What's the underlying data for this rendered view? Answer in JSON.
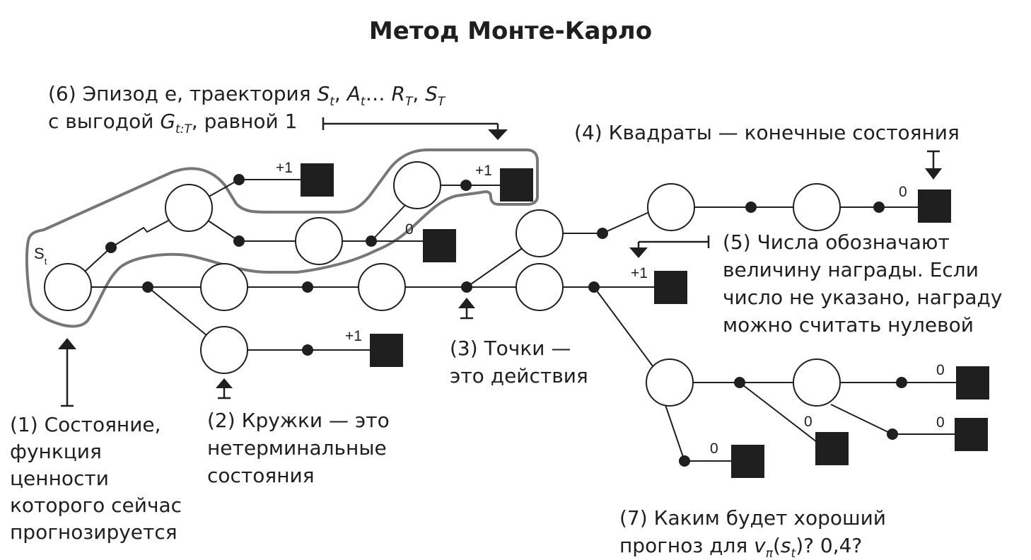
{
  "title": "Метод Монте-Карло",
  "start_state": {
    "main": "S",
    "sub": "t"
  },
  "annotations": {
    "state": [
      "(1) Состояние,",
      "функция",
      "ценности",
      "которого сейчас",
      "прогнозируется"
    ],
    "circles": [
      "(2) Кружки — это",
      "нетерминальные",
      "состояния"
    ],
    "dots": [
      "(3) Точки —",
      "это действия"
    ],
    "squares": "(4) Квадраты — конечные состояния",
    "numbers": [
      "(5) Числа обозначают",
      "величину награды. Если",
      "число не указано, награду",
      "можно считать нулевой"
    ],
    "episode": {
      "prefix": "(6) Эпизод e, траектория ",
      "s": "S",
      "s_sub": "t",
      "a": "A",
      "a_sub": "t",
      "dots": "… ",
      "r": "R",
      "r_sub": "T",
      "s2": "S",
      "s2_sub": "T",
      "line2_prefix": "с выгодой ",
      "g": "G",
      "g_sub": "t:T",
      "line2_suffix": ", равной 1"
    },
    "question": {
      "line1": "(7) Каким будет хороший",
      "line2_prefix": "прогноз для ",
      "v": "v",
      "v_sub": "π",
      "arg": "s",
      "arg_sub": "t",
      "line2_suffix": "? 0,4?"
    }
  },
  "rewards": [
    "+1",
    "+1",
    "0",
    "+1",
    "+1",
    "0",
    "0",
    "0",
    "0",
    "0"
  ]
}
